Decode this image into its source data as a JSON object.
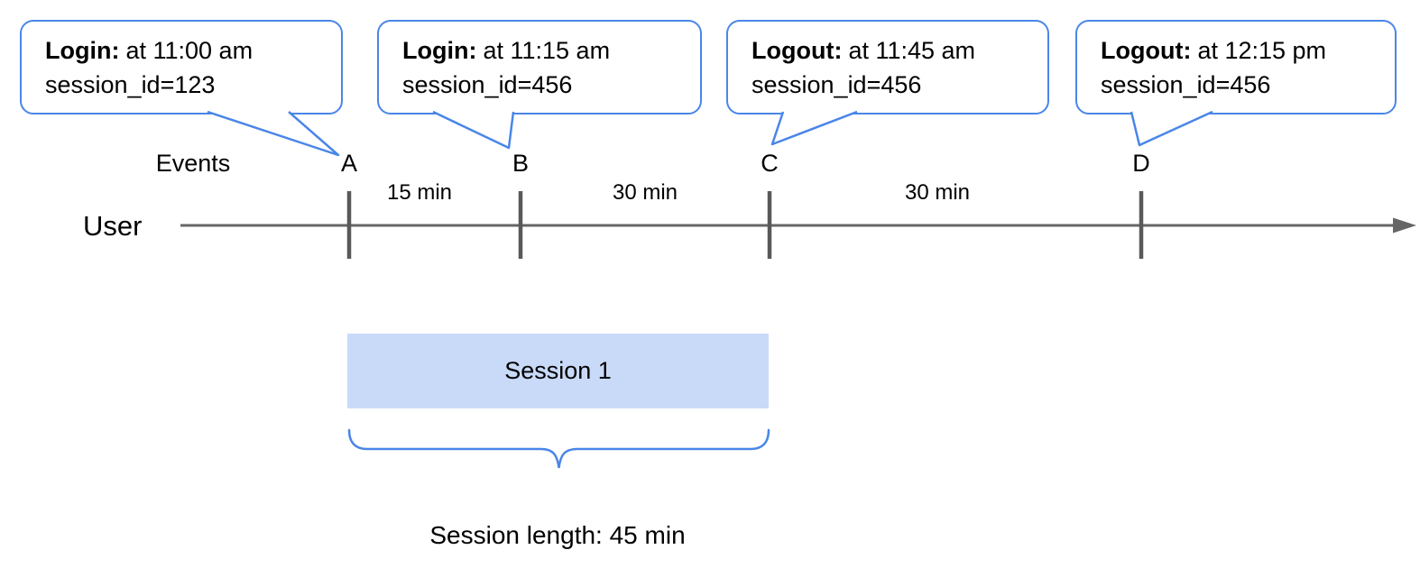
{
  "colors": {
    "callout_border_blue": "#4a86e8",
    "session_box_fill": "#c9daf8",
    "timeline_gray": "#666666",
    "text_black": "#000000"
  },
  "callouts": [
    {
      "event_type": "Login:",
      "time": "at 11:00 am",
      "session_line": "session_id=123",
      "points_to": "A"
    },
    {
      "event_type": "Login:",
      "time": "at 11:15 am",
      "session_line": "session_id=456",
      "points_to": "B"
    },
    {
      "event_type": "Logout:",
      "time": "at 11:45 am",
      "session_line": "session_id=456",
      "points_to": "C"
    },
    {
      "event_type": "Logout:",
      "time": "at 12:15 pm",
      "session_line": "session_id=456",
      "points_to": "D"
    }
  ],
  "timeline": {
    "events_axis_label": "Events",
    "user_label": "User",
    "events": [
      {
        "label": "A"
      },
      {
        "label": "B"
      },
      {
        "label": "C"
      },
      {
        "label": "D"
      }
    ],
    "intervals": [
      {
        "label": "15 min"
      },
      {
        "label": "30 min"
      },
      {
        "label": "30 min"
      }
    ]
  },
  "session": {
    "box_label": "Session 1",
    "length_label": "Session length: 45 min"
  }
}
